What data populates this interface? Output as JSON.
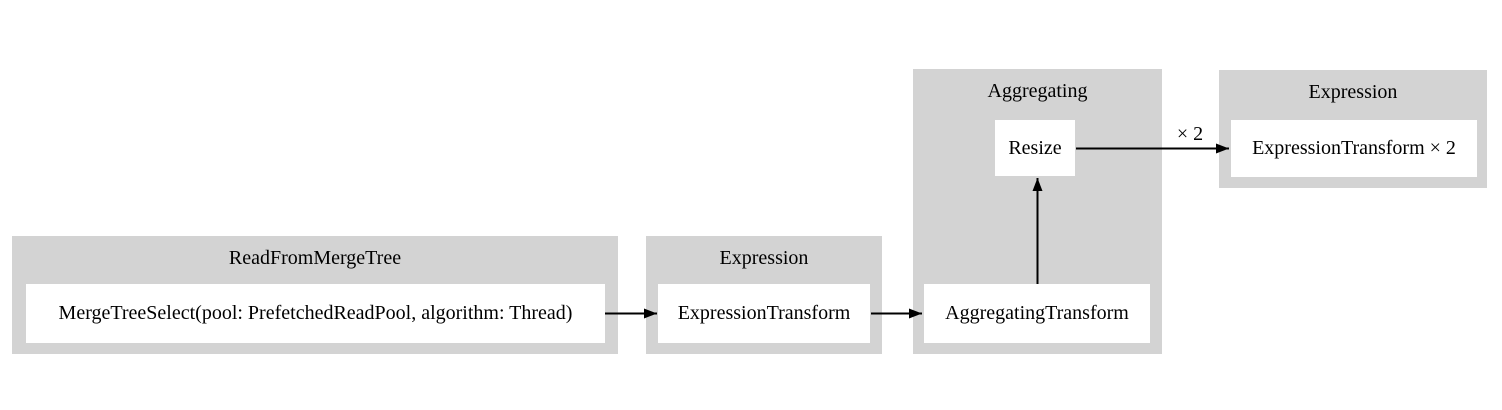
{
  "diagram": {
    "type": "pipeline-flow-graph",
    "colors": {
      "group_bg": "#d3d3d3",
      "node_bg": "#ffffff",
      "text": "#000000",
      "edge": "#000000",
      "canvas_bg": "#ffffff"
    },
    "groups": [
      {
        "title": "ReadFromMergeTree",
        "nodes": [
          {
            "label": "MergeTreeSelect(pool: PrefetchedReadPool, algorithm: Thread)"
          }
        ]
      },
      {
        "title": "Expression",
        "nodes": [
          {
            "label": "ExpressionTransform"
          }
        ]
      },
      {
        "title": "Aggregating",
        "nodes": [
          {
            "label": "Resize"
          },
          {
            "label": "AggregatingTransform"
          }
        ]
      },
      {
        "title": "Expression",
        "nodes": [
          {
            "label": "ExpressionTransform × 2"
          }
        ]
      }
    ],
    "edges": [
      {
        "from": "MergeTreeSelect(pool: PrefetchedReadPool, algorithm: Thread)",
        "to": "ExpressionTransform",
        "label": ""
      },
      {
        "from": "ExpressionTransform",
        "to": "AggregatingTransform",
        "label": ""
      },
      {
        "from": "AggregatingTransform",
        "to": "Resize",
        "label": ""
      },
      {
        "from": "Resize",
        "to": "ExpressionTransform × 2",
        "label": "× 2"
      }
    ]
  }
}
